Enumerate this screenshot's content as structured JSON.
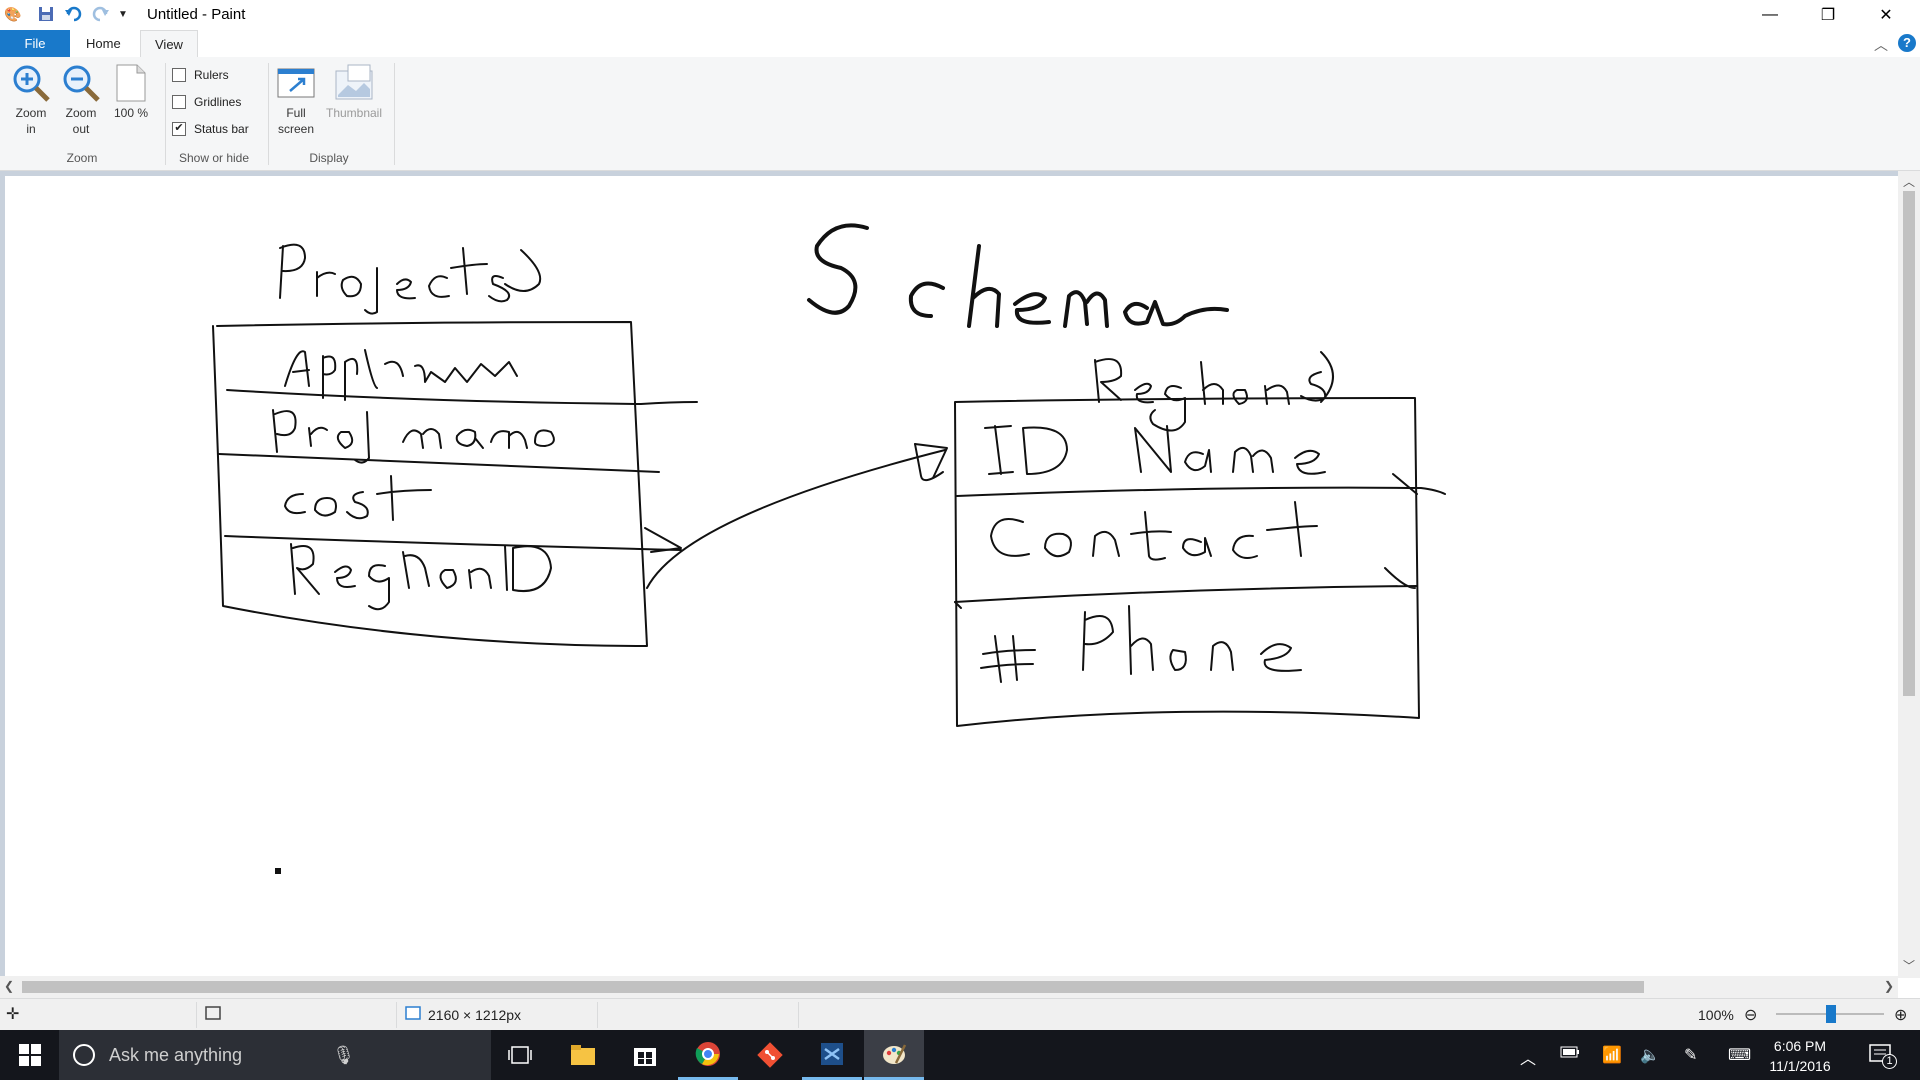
{
  "window": {
    "title": "Untitled - Paint"
  },
  "tabs": {
    "file": "File",
    "home": "Home",
    "view": "View"
  },
  "ribbon": {
    "zoom_in": "Zoom in",
    "zoom_out": "Zoom out",
    "hundred": "100 %",
    "zoom_group": "Zoom",
    "rulers": "Rulers",
    "gridlines": "Gridlines",
    "status_bar": "Status bar",
    "showhide_group": "Show or hide",
    "full_screen": "Full screen",
    "thumbnail": "Thumbnail",
    "display_group": "Display"
  },
  "checkboxes": {
    "rulers": false,
    "gridlines": false,
    "status_bar": true
  },
  "statusbar": {
    "image_size": "2160 × 1212px",
    "zoom": "100%"
  },
  "taskbar": {
    "search_placeholder": "Ask me anything",
    "time": "6:06 PM",
    "date": "11/1/2016",
    "notifications": "1"
  },
  "colors": {
    "accent": "#1979ca",
    "taskbar": "#14161c",
    "ribbon": "#f5f6f7"
  },
  "icons": [
    "paint-app-icon",
    "save-icon",
    "undo-icon",
    "redo-icon",
    "customize-qat-icon",
    "minimize-icon",
    "restore-icon",
    "close-icon",
    "collapse-ribbon-icon",
    "help-icon",
    "zoom-in-icon",
    "zoom-out-icon",
    "page-100-icon",
    "full-screen-icon",
    "thumbnail-icon",
    "move-cursor-icon",
    "selection-size-icon",
    "image-size-icon",
    "zoom-minus-icon",
    "zoom-plus-icon",
    "windows-start-icon",
    "microphone-icon",
    "task-view-icon",
    "file-explorer-icon",
    "store-icon",
    "chrome-icon",
    "git-icon",
    "visual-studio-icon",
    "paint-taskbar-icon",
    "chevron-up-icon",
    "battery-icon",
    "wifi-icon",
    "volume-icon",
    "pen-icon",
    "keyboard-icon",
    "action-center-icon"
  ]
}
